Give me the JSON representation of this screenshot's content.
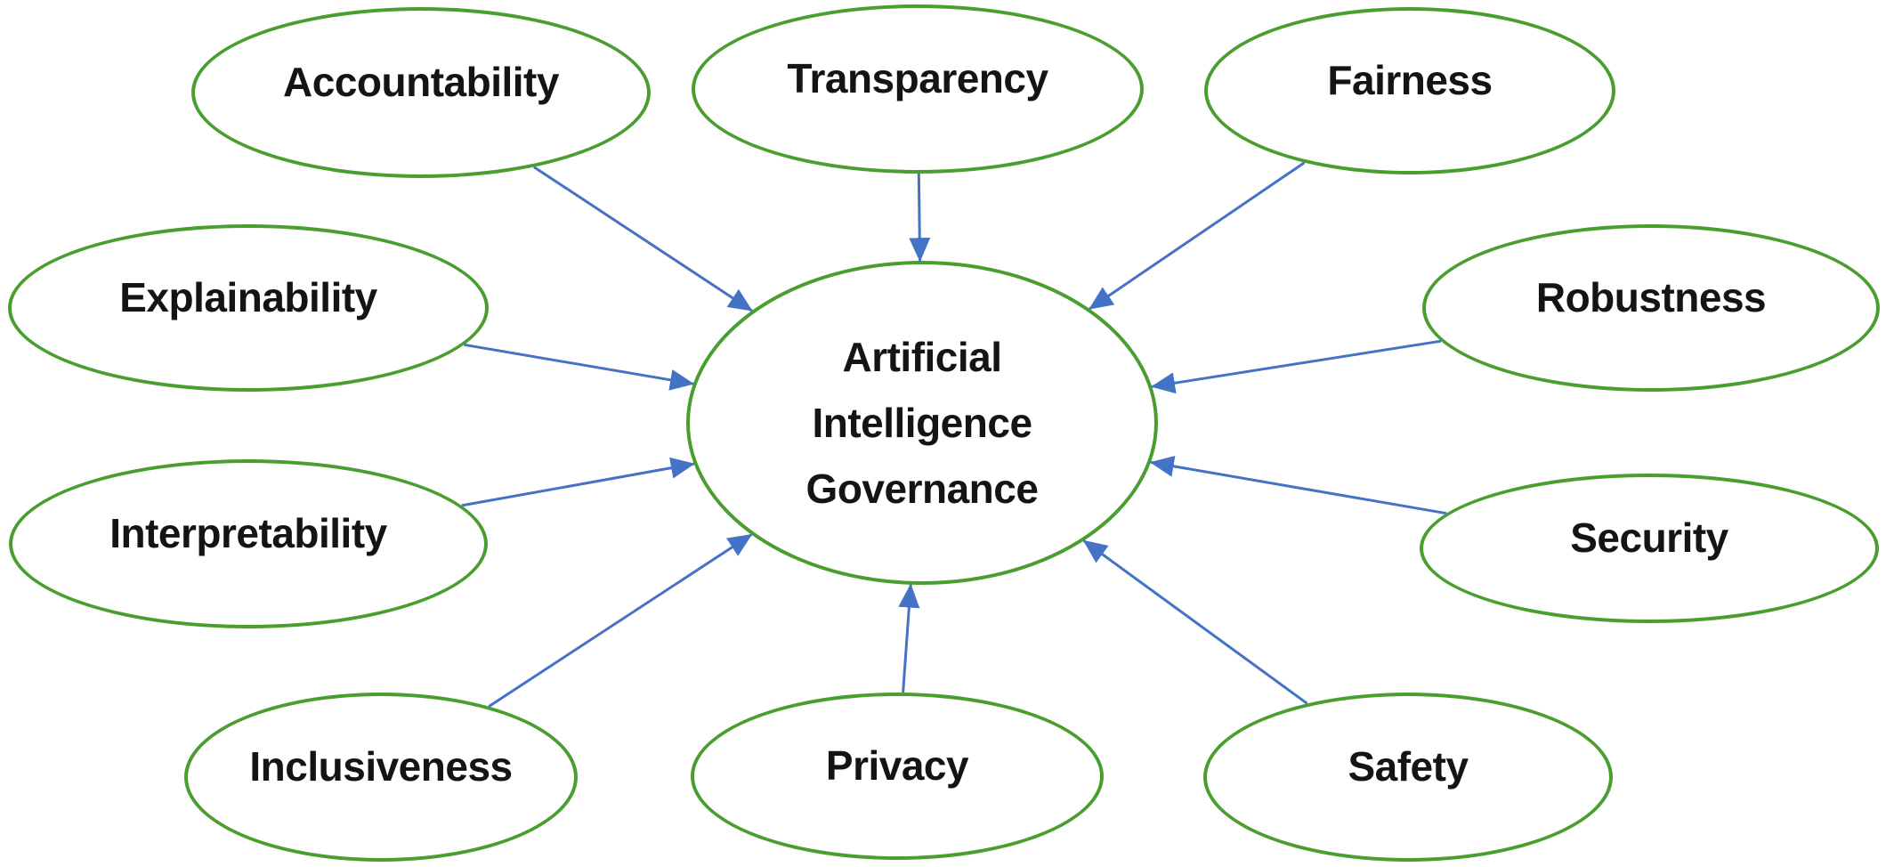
{
  "diagram": {
    "type": "concept-map",
    "center": {
      "id": "ai-governance",
      "label": "Artificial Intelligence Governance",
      "label_lines": [
        "Artificial",
        "Intelligence",
        "Governance"
      ]
    },
    "factors": [
      {
        "id": "accountability",
        "label": "Accountability"
      },
      {
        "id": "transparency",
        "label": "Transparency"
      },
      {
        "id": "fairness",
        "label": "Fairness"
      },
      {
        "id": "explainability",
        "label": "Explainability"
      },
      {
        "id": "robustness",
        "label": "Robustness"
      },
      {
        "id": "interpretability",
        "label": "Interpretability"
      },
      {
        "id": "security",
        "label": "Security"
      },
      {
        "id": "inclusiveness",
        "label": "Inclusiveness"
      },
      {
        "id": "privacy",
        "label": "Privacy"
      },
      {
        "id": "safety",
        "label": "Safety"
      }
    ],
    "arrow_direction": "inward",
    "colors": {
      "ellipse_stroke": "#4A9D2F",
      "arrow": "#4472C4",
      "text": "#141414",
      "background": "#FFFFFF"
    }
  }
}
